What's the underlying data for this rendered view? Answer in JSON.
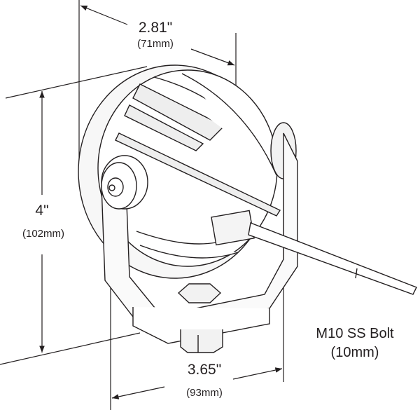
{
  "dimensions": {
    "width": {
      "inches": "2.81\"",
      "mm": "(71mm)"
    },
    "height": {
      "inches": "4\"",
      "mm": "(102mm)"
    },
    "depth": {
      "inches": "3.65\"",
      "mm": "(93mm)"
    }
  },
  "bolt_note": {
    "line1": "M10 SS Bolt",
    "line2": "(10mm)"
  },
  "colors": {
    "line": "#231f20",
    "background": "#ffffff"
  }
}
